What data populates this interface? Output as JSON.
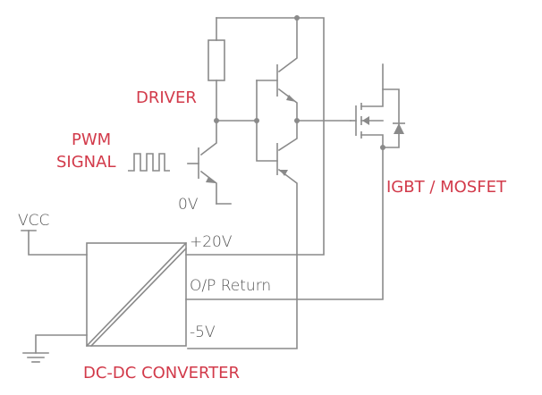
{
  "labels": {
    "driver": "DRIVER",
    "pwm_line1": "PWM",
    "pwm_line2": "SIGNAL",
    "zero_volt": "0V",
    "vcc": "VCC",
    "igbt_mosfet": "IGBT / MOSFET",
    "plus_20v": "+20V",
    "op_return": "O/P Return",
    "minus_5v": "-5V",
    "dcdc": "DC-DC CONVERTER"
  },
  "colors": {
    "wire": "#8a8a8a",
    "accent_label": "#d23a4a",
    "text_label": "#555555"
  },
  "icons": [
    "resistor-icon",
    "npn-transistor-icon",
    "pnp-transistor-icon",
    "mosfet-icon",
    "diode-icon",
    "ground-icon",
    "pwm-waveform-icon",
    "converter-block-icon"
  ]
}
